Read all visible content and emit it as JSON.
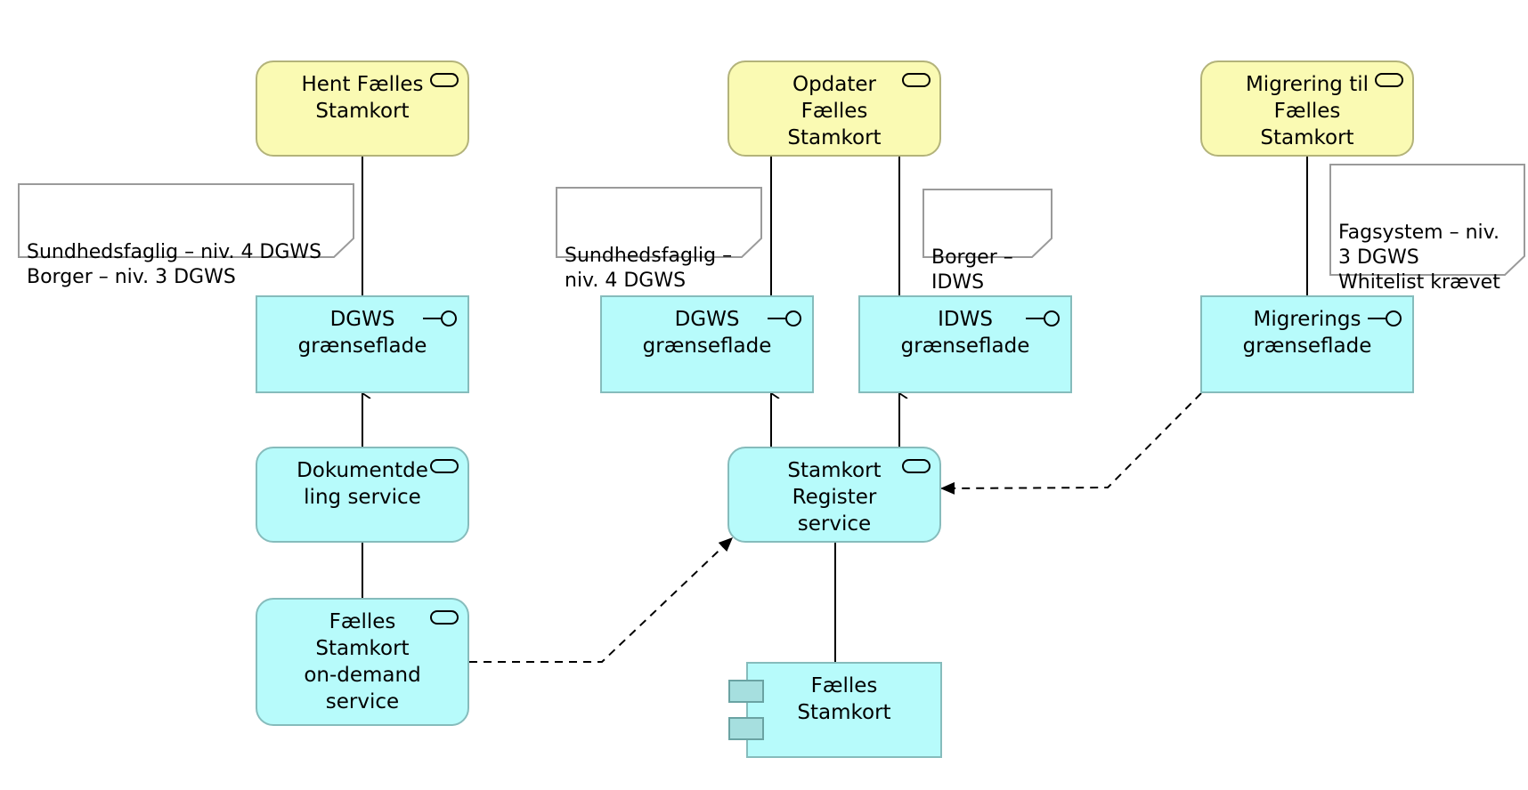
{
  "business_services": [
    {
      "id": "hent",
      "label": "Hent Fælles\nStamkort"
    },
    {
      "id": "opdater",
      "label": "Opdater\nFælles\nStamkort"
    },
    {
      "id": "migrering",
      "label": "Migrering til\nFælles\nStamkort"
    }
  ],
  "interfaces": [
    {
      "id": "dgws1",
      "label": "DGWS\ngrænseflade"
    },
    {
      "id": "dgws2",
      "label": "DGWS\ngrænseflade"
    },
    {
      "id": "idws",
      "label": "IDWS\ngrænseflade"
    },
    {
      "id": "migr",
      "label": "Migrerings\ngrænseflade"
    }
  ],
  "app_services": [
    {
      "id": "dokumentdeling",
      "label": "Dokumentde\nling service"
    },
    {
      "id": "stamkort_register",
      "label": "Stamkort\nRegister\nservice"
    },
    {
      "id": "ondemand",
      "label": "Fælles\nStamkort\non-demand\nservice"
    }
  ],
  "component": {
    "id": "faelles_stamkort",
    "label": "Fælles\nStamkort"
  },
  "notes": [
    {
      "id": "note1",
      "text": "Sundhedsfaglig – niv. 4 DGWS\nBorger – niv. 3 DGWS"
    },
    {
      "id": "note2",
      "text": "Sundhedsfaglig –\nniv. 4 DGWS"
    },
    {
      "id": "note3",
      "text": "Borger –\nIDWS"
    },
    {
      "id": "note4",
      "text": "Fagsystem – niv.\n3 DGWS\nWhitelist krævet"
    }
  ]
}
